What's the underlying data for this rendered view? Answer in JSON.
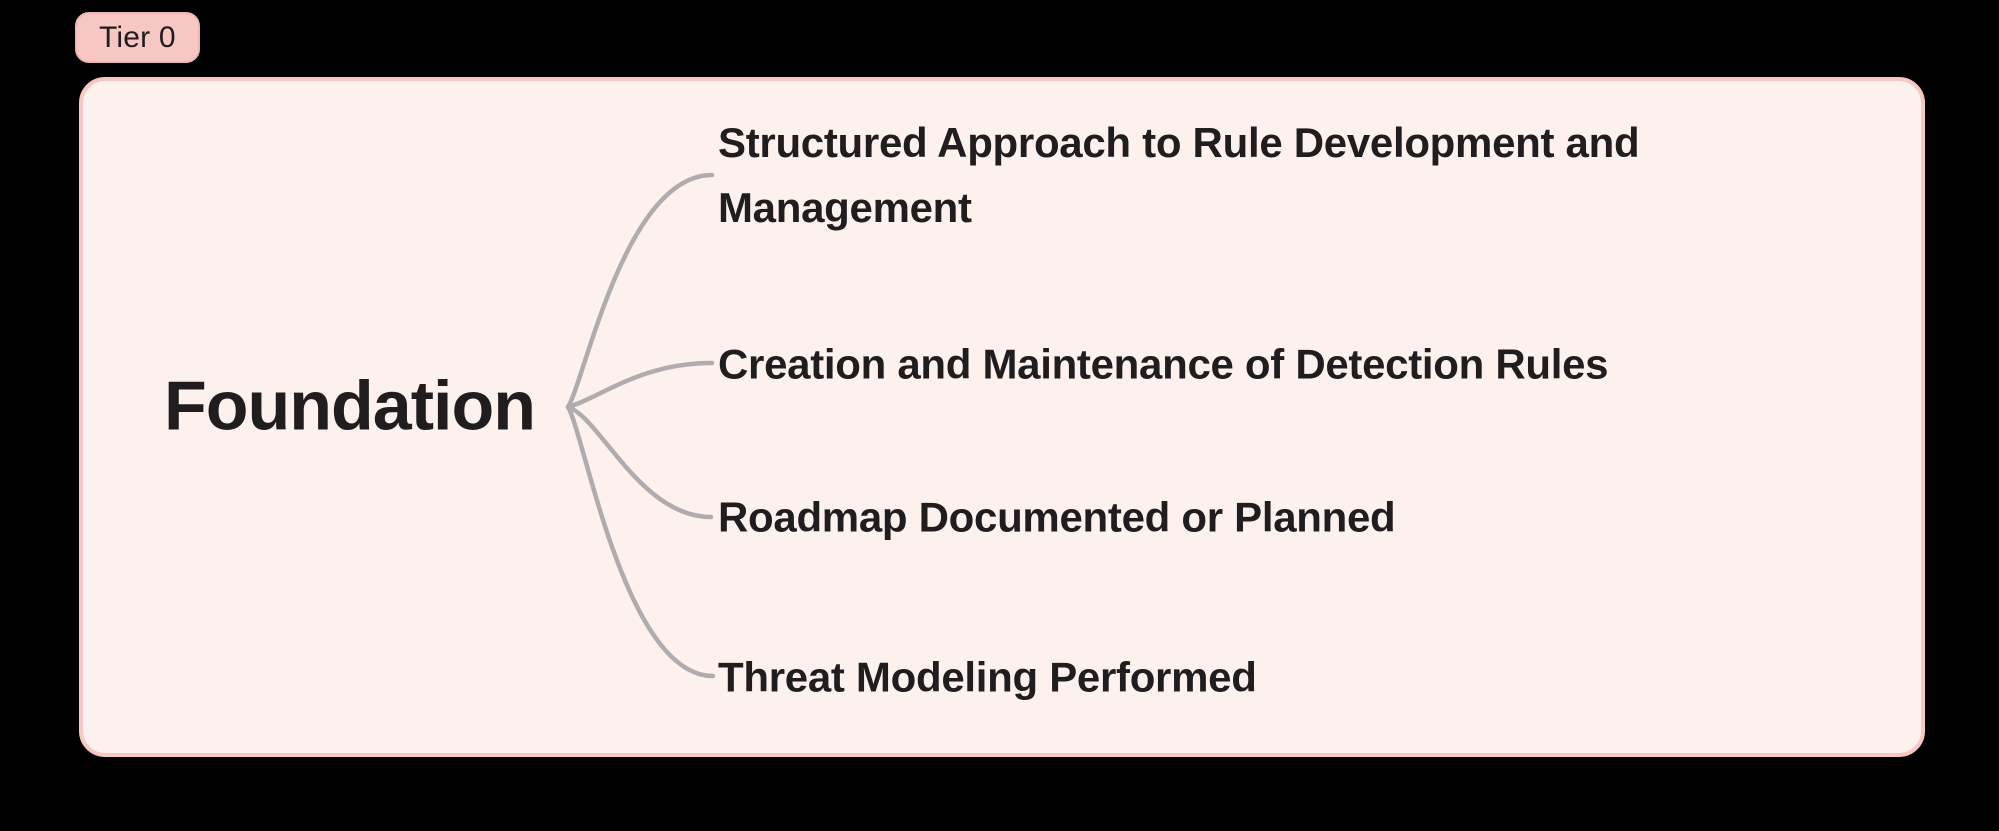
{
  "colors": {
    "page_bg": "#000000",
    "panel_bg": "#fdf1ee",
    "panel_border": "#f7c8c3",
    "badge_bg": "#f9c7c3",
    "badge_border": "#ecb8b4",
    "text": "#1f1d1d",
    "connector": "#aeacac"
  },
  "tier_badge": {
    "label": "Tier 0"
  },
  "mindmap": {
    "root": {
      "label": "Foundation"
    },
    "branches": [
      {
        "label": "Structured Approach to Rule Development and Management"
      },
      {
        "label": "Creation and Maintenance of Detection Rules"
      },
      {
        "label": "Roadmap Documented or Planned"
      },
      {
        "label": "Threat Modeling Performed"
      }
    ]
  }
}
